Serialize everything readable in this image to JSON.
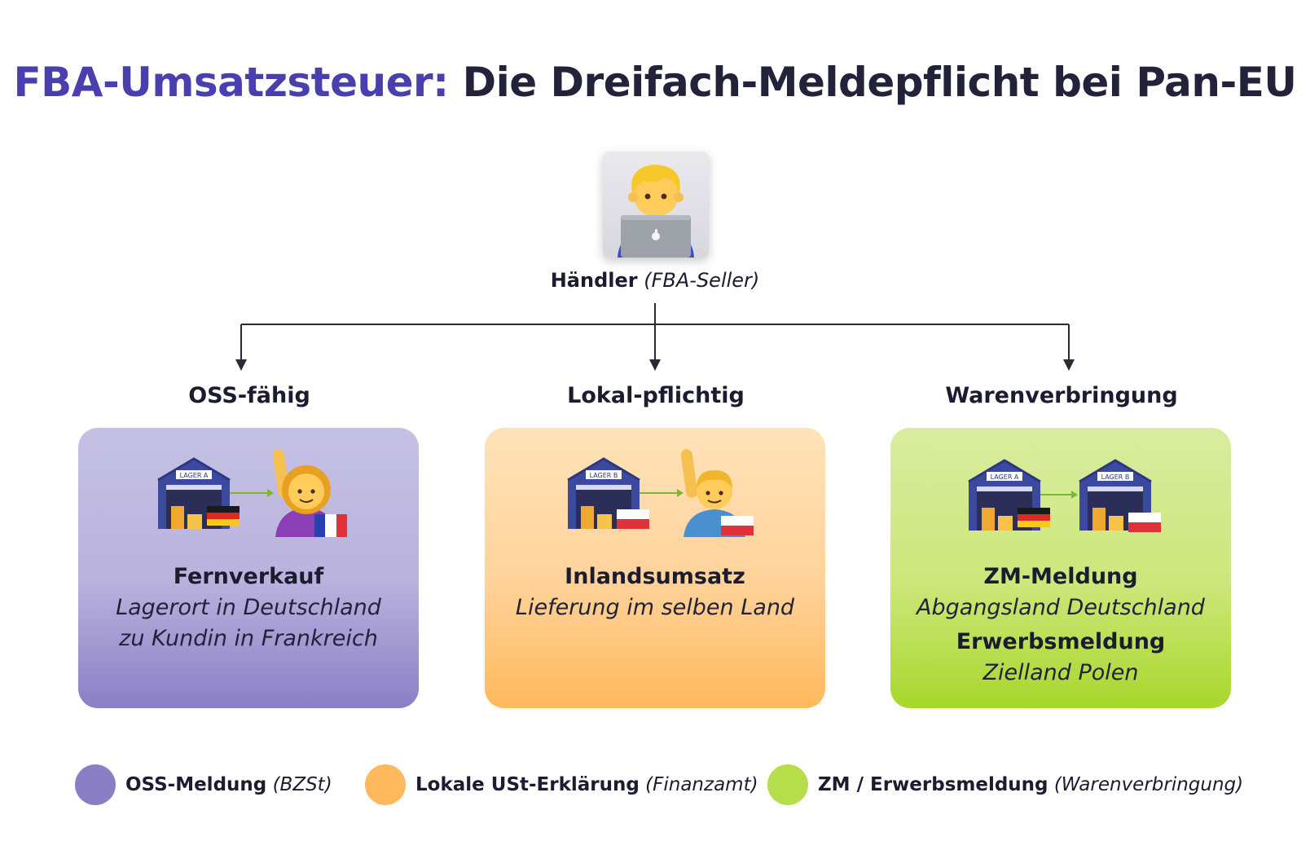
{
  "title": {
    "accent": "FBA-Umsatzsteuer:",
    "rest": "Die Dreifach-Meldepflicht bei Pan-EU"
  },
  "seller": {
    "avatar_icon": "person-with-laptop-icon",
    "name": "Händler",
    "role": "(FBA-Seller)"
  },
  "columns": [
    {
      "heading": "OSS-fähig",
      "color": "#b9b2dd",
      "illustration": {
        "from": {
          "icon": "warehouse-icon",
          "sign": "LAGER A",
          "flag": "germany-flag-icon"
        },
        "to": {
          "icon": "woman-raising-hand-icon",
          "flag": "france-flag-icon"
        }
      },
      "lines": [
        {
          "bold": true,
          "text": "Fernverkauf"
        },
        {
          "bold": false,
          "text": "Lagerort in Deutschland"
        },
        {
          "bold": false,
          "text": "zu Kundin in Frankreich"
        }
      ]
    },
    {
      "heading": "Lokal-pflichtig",
      "color": "#ffd29a",
      "illustration": {
        "from": {
          "icon": "warehouse-icon",
          "sign": "LAGER B",
          "flag": "poland-flag-icon"
        },
        "to": {
          "icon": "man-raising-hand-icon",
          "flag": "poland-flag-icon"
        }
      },
      "lines": [
        {
          "bold": true,
          "text": "Inlandsumsatz"
        },
        {
          "bold": false,
          "text": "Lieferung im selben Land"
        }
      ]
    },
    {
      "heading": "Warenverbringung",
      "color": "#cde77b",
      "illustration": {
        "from": {
          "icon": "warehouse-icon",
          "sign": "LAGER A",
          "flag": "germany-flag-icon"
        },
        "to": {
          "icon": "warehouse-icon",
          "sign": "LAGER B",
          "flag": "poland-flag-icon"
        }
      },
      "lines": [
        {
          "bold": true,
          "text": "ZM-Meldung"
        },
        {
          "bold": false,
          "text": "Abgangsland Deutschland"
        },
        {
          "bold": true,
          "text": "Erwerbsmeldung"
        },
        {
          "bold": false,
          "text": "Zielland Polen"
        }
      ]
    }
  ],
  "legend": [
    {
      "color": "#8a7fc6",
      "label": "OSS-Meldung",
      "note": "(BZSt)"
    },
    {
      "color": "#ffb95c",
      "label": "Lokale USt-Erklärung",
      "note": "(Finanzamt)"
    },
    {
      "color": "#b6dd4a",
      "label": "ZM / Erwerbsmeldung",
      "note": "(Warenverbringung)"
    }
  ]
}
